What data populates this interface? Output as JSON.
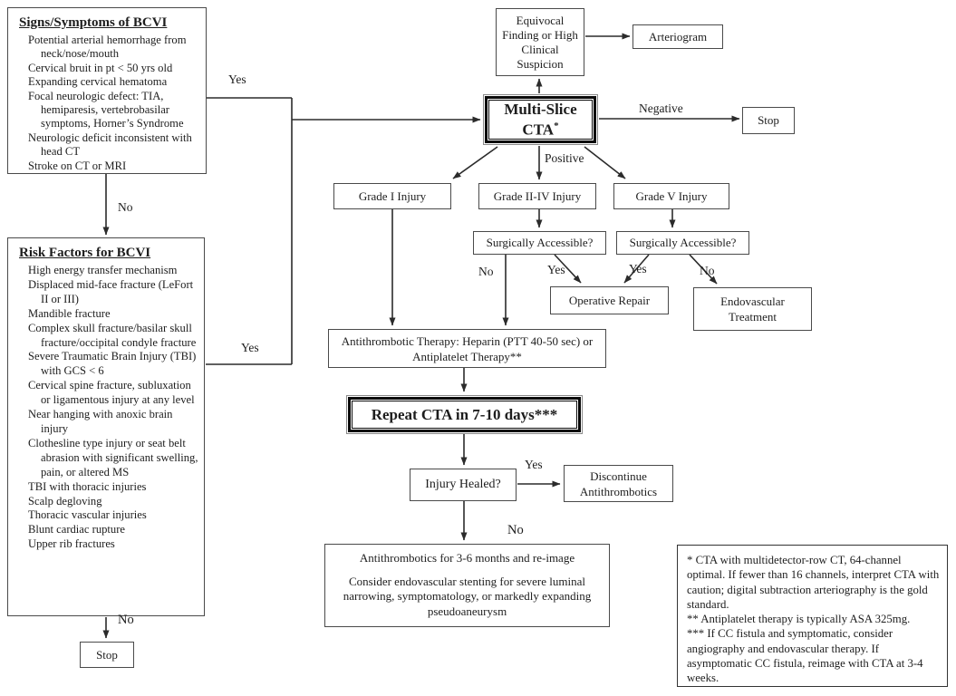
{
  "diagram": {
    "signs": {
      "title": "Signs/Symptoms of BCVI",
      "items": [
        "Potential arterial hemorrhage from neck/nose/mouth",
        "Cervical bruit in pt < 50 yrs old",
        "Expanding cervical hematoma",
        "Focal neurologic defect: TIA, hemiparesis, vertebrobasilar symptoms, Horner’s Syndrome",
        "Neurologic deficit inconsistent with head CT",
        "Stroke on CT or MRI"
      ]
    },
    "risk": {
      "title": "Risk Factors for BCVI",
      "items": [
        "High energy transfer mechanism",
        "Displaced mid-face fracture (LeFort II or III)",
        "Mandible fracture",
        "Complex skull fracture/basilar skull fracture/occipital condyle fracture",
        "Severe Traumatic Brain Injury (TBI) with GCS < 6",
        "Cervical spine fracture, subluxation or ligamentous injury at any level",
        "Near hanging with anoxic brain injury",
        "Clothesline type injury or seat belt abrasion with significant swelling, pain, or altered MS",
        "TBI with thoracic injuries",
        "Scalp degloving",
        "Thoracic vascular injuries",
        "Blunt cardiac rupture",
        "Upper rib fractures"
      ]
    },
    "nodes": {
      "equivocal": "Equivocal Finding or High Clinical Suspicion",
      "arteriogram": "Arteriogram",
      "cta_line1": "Multi-Slice",
      "cta_line2": "CTA",
      "cta_sup": "*",
      "stop_right": "Stop",
      "grade1": "Grade I Injury",
      "grade24": "Grade II-IV Injury",
      "grade5": "Grade V Injury",
      "surgically_accessible_1": "Surgically Accessible?",
      "surgically_accessible_2": "Surgically Accessible?",
      "operative_repair": "Operative Repair",
      "endovascular": "Endovascular Treatment",
      "antithrombotic": "Antithrombotic Therapy: Heparin (PTT 40-50 sec) or Antiplatelet Therapy**",
      "repeat_cta": "Repeat CTA in 7-10 days***",
      "injury_healed": "Injury Healed?",
      "discontinue": "Discontinue Antithrombotics",
      "followup_line1": "Antithrombotics for 3-6 months and re-image",
      "followup_line2": "Consider endovascular stenting for severe luminal narrowing, symptomatology, or markedly expanding pseudoaneurysm",
      "stop_bottom": "Stop"
    },
    "edge_labels": {
      "yes_signs": "Yes",
      "no_signs": "No",
      "yes_risk": "Yes",
      "no_risk": "No",
      "negative": "Negative",
      "positive": "Positive",
      "sa1_no": "No",
      "sa1_yes": "Yes",
      "sa2_yes": "Yes",
      "sa2_no": "No",
      "healed_yes": "Yes",
      "healed_no": "No"
    },
    "footnotes": [
      "* CTA with multidetector-row CT, 64-channel optimal. If fewer than 16 channels, interpret CTA with caution; digital subtraction arteriography is the gold standard.",
      "** Antiplatelet therapy is typically ASA 325mg.",
      "*** If CC fistula and symptomatic, consider angiography and endovascular therapy.  If asymptomatic CC fistula, reimage with CTA at 3-4 weeks."
    ],
    "colors": {
      "line": "#2b2b2b",
      "border": "#4a4a4a",
      "text": "#1d1d1d",
      "background": "#ffffff"
    }
  }
}
